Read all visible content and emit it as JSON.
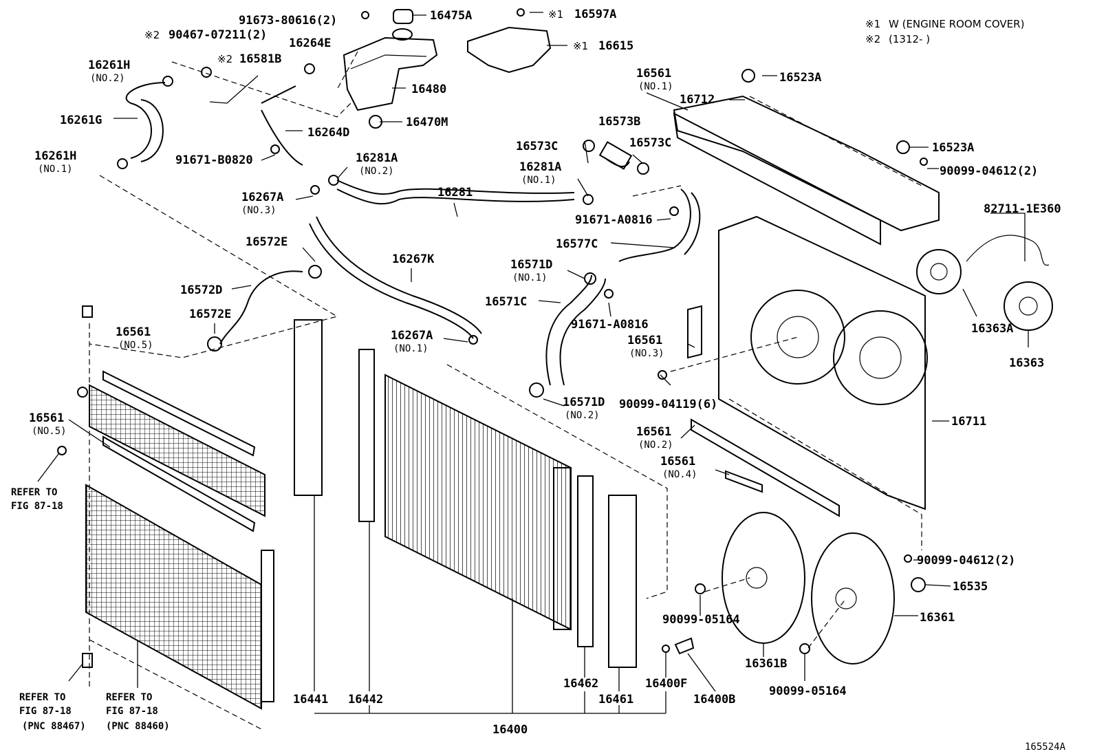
{
  "notes": {
    "n1_mark": "※1",
    "n1_text": "W (ENGINE ROOM COVER)",
    "n2_mark": "※2",
    "n2_text": "(1312-      )"
  },
  "labels": {
    "p16475A": "16475A",
    "p91673": "91673-80616(2)",
    "p16597A_mark": "※1",
    "p16597A": "16597A",
    "p90467_mark": "※2",
    "p90467": "90467-07211(2)",
    "p16615_mark": "※1",
    "p16615": "16615",
    "p16264E": "16264E",
    "p16581B_mark": "※2",
    "p16581B": "16581B",
    "p16261H2": "16261H",
    "p16261H2_sub": "(NO.2)",
    "p16480": "16480",
    "p16261G": "16261G",
    "p16264D": "16264D",
    "p16470M": "16470M",
    "p16261H1": "16261H",
    "p16261H1_sub": "(NO.1)",
    "p91671B": "91671-B0820",
    "p16281A2": "16281A",
    "p16281A2_sub": "(NO.2)",
    "p16267A3": "16267A",
    "p16267A3_sub": "(NO.3)",
    "p16281": "16281",
    "p16573B": "16573B",
    "p16573C1": "16573C",
    "p16573C2": "16573C",
    "p16281A1": "16281A",
    "p16281A1_sub": "(NO.1)",
    "p16561_1": "16561",
    "p16561_1_sub": "(NO.1)",
    "p16712": "16712",
    "p16523A1": "16523A",
    "p16523A2": "16523A",
    "p90099_04612a": "90099-04612(2)",
    "p82711": "82711-1E360",
    "p91671A1": "91671-A0816",
    "p16577C": "16577C",
    "p16572E1": "16572E",
    "p16267K": "16267K",
    "p16571D1": "16571D",
    "p16571D1_sub": "(NO.1)",
    "p16572D": "16572D",
    "p16571C": "16571C",
    "p16572E2": "16572E",
    "p91671A2": "91671-A0816",
    "p16363A": "16363A",
    "p16267A1": "16267A",
    "p16267A1_sub": "(NO.1)",
    "p16561_3": "16561",
    "p16561_3_sub": "(NO.3)",
    "p16363": "16363",
    "p16561_5a": "16561",
    "p16561_5a_sub": "(NO.5)",
    "p90099_04119": "90099-04119(6)",
    "p16571D2": "16571D",
    "p16571D2_sub": "(NO.2)",
    "p16561_5b": "16561",
    "p16561_5b_sub": "(NO.5)",
    "p16711": "16711",
    "p16561_2": "16561",
    "p16561_2_sub": "(NO.2)",
    "p16561_4": "16561",
    "p16561_4_sub": "(NO.4)",
    "refer1_a": "REFER TO",
    "refer1_b": "FIG 87-18",
    "p90099_04612b": "90099-04612(2)",
    "p16535": "16535",
    "p90099_05164a": "90099-05164",
    "p16361": "16361",
    "p16361B": "16361B",
    "p90099_05164b": "90099-05164",
    "refer2_a": "REFER TO",
    "refer2_b": "FIG 87-18",
    "refer2_c": "(PNC 88467)",
    "refer3_a": "REFER TO",
    "refer3_b": "FIG 87-18",
    "refer3_c": "(PNC 88460)",
    "p16441": "16441",
    "p16442": "16442",
    "p16462": "16462",
    "p16461": "16461",
    "p16400F": "16400F",
    "p16400B": "16400B",
    "p16400": "16400",
    "figure_id": "165524A"
  }
}
